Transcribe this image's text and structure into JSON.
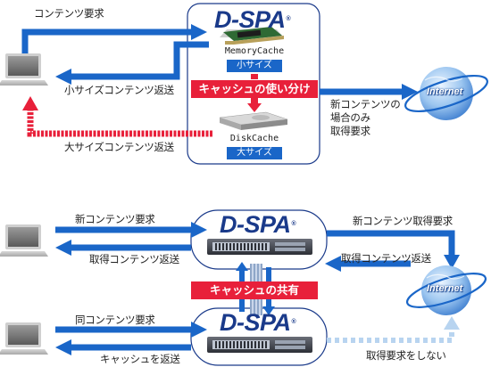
{
  "top": {
    "logo": "D-SPA",
    "memory_cache": "MemoryCache",
    "small_size": "小サイズ",
    "banner": "キャッシュの使い分け",
    "disk_cache": "DiskCache",
    "large_size": "大サイズ",
    "content_request": "コンテンツ要求",
    "small_return": "小サイズコンテンツ返送",
    "large_return": "大サイズコンテンツ返送",
    "new_only_line1": "新コンテンツの",
    "new_only_line2": "場合のみ",
    "new_only_line3": "取得要求",
    "internet": "Internet"
  },
  "bottom": {
    "logo_1": "D-SPA",
    "logo_2": "D-SPA",
    "banner": "キャッシュの共有",
    "new_request": "新コンテンツ要求",
    "get_return": "取得コンテンツ返送",
    "new_get_request": "新コンテンツ取得要求",
    "get_return_right": "取得コンテンツ返送",
    "same_request": "同コンテンツ要求",
    "cache_return": "キャッシュを返送",
    "no_request": "取得要求をしない",
    "internet": "Internet"
  },
  "colors": {
    "blue": "#1a66c8",
    "red": "#e8203a",
    "dotted": "#b8d4f0",
    "box_border": "#1a3a8a"
  }
}
